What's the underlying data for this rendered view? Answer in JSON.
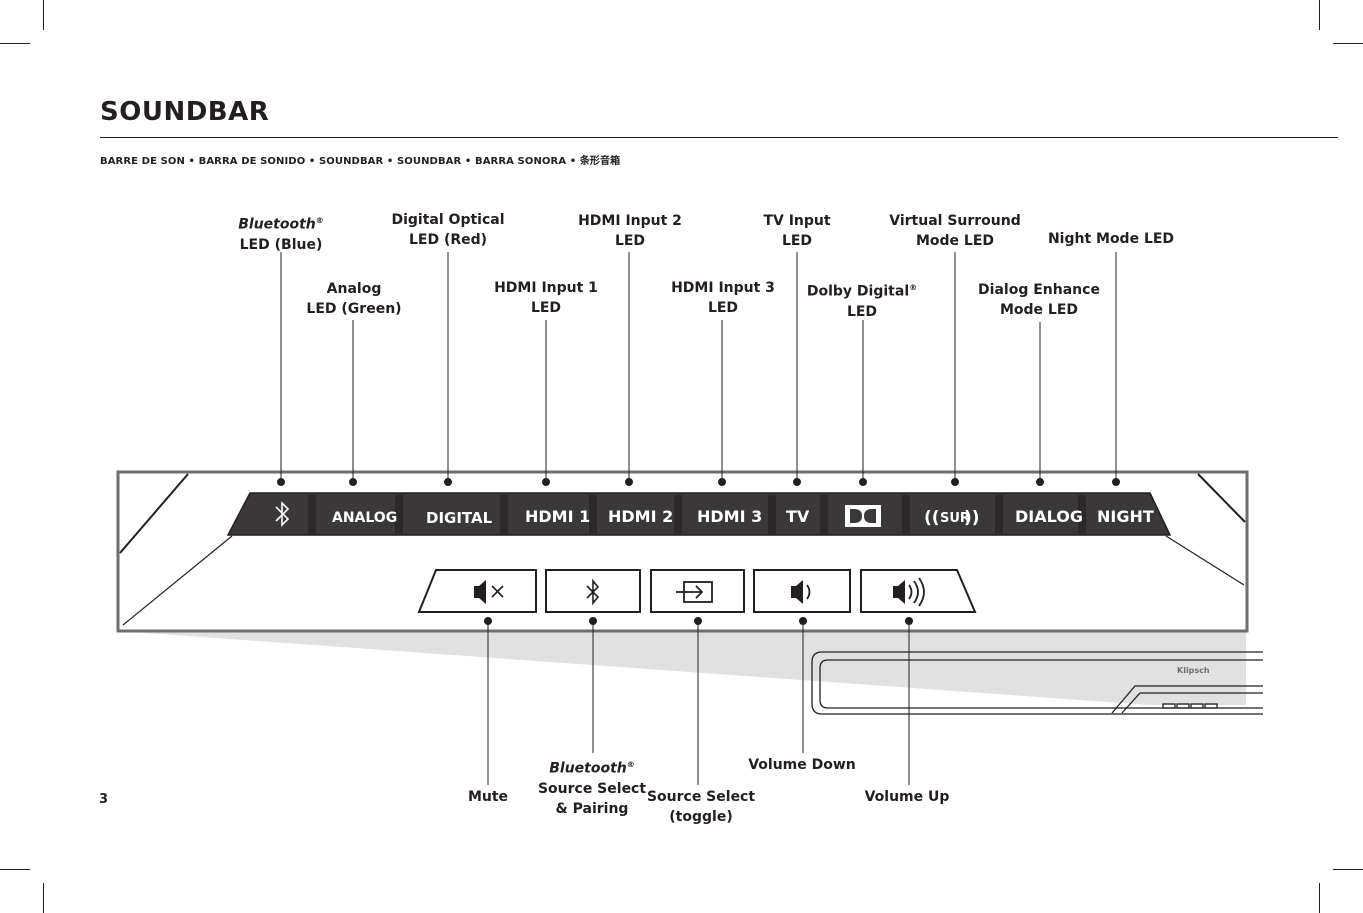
{
  "header": {
    "title": "SOUNDBAR",
    "subtitle": "BARRE DE SON • BARRA DE SONIDO • SOUNDBAR • SOUNDBAR • BARRA SONORA • 条形音箱"
  },
  "page_number": "3",
  "top_labels": {
    "bluetooth_led": {
      "line1": "Bluetooth",
      "mark": "®",
      "line2": "LED (Blue)"
    },
    "analog_led": {
      "line1": "Analog",
      "line2": "LED (Green)"
    },
    "digital_led": {
      "line1": "Digital Optical",
      "line2": "LED (Red)"
    },
    "hdmi1_led": {
      "line1": "HDMI Input 1",
      "line2": "LED"
    },
    "hdmi2_led": {
      "line1": "HDMI Input 2",
      "line2": "LED"
    },
    "hdmi3_led": {
      "line1": "HDMI Input 3",
      "line2": "LED"
    },
    "tv_led": {
      "line1": "TV Input",
      "line2": "LED"
    },
    "dolby_led": {
      "line1": "Dolby Digital",
      "mark": "®",
      "line2": "LED"
    },
    "surround_led": {
      "line1": "Virtual Surround",
      "line2": "Mode LED"
    },
    "dialog_led": {
      "line1": "Dialog Enhance",
      "line2": "Mode LED"
    },
    "night_led": {
      "line1": "Night Mode LED"
    }
  },
  "led_strip": {
    "analog": "ANALOG",
    "digital": "DIGITAL",
    "hdmi1": "HDMI 1",
    "hdmi2": "HDMI 2",
    "hdmi3": "HDMI 3",
    "tv": "TV",
    "sur": "SUR",
    "dialog": "DIALOG",
    "night": "NIGHT"
  },
  "bottom_labels": {
    "mute": {
      "line1": "Mute"
    },
    "bt_select": {
      "line1": "Bluetooth",
      "mark": "®",
      "line2": "Source Select",
      "line3": "& Pairing"
    },
    "source_select": {
      "line1": "Source Select",
      "line2": "(toggle)"
    },
    "volume_down": {
      "line1": "Volume Down"
    },
    "volume_up": {
      "line1": "Volume Up"
    }
  },
  "device": {
    "brand": "Klipsch"
  },
  "icons": [
    "bluetooth-icon",
    "dolby-icon",
    "mute-icon",
    "source-select-icon",
    "volume-down-icon",
    "volume-up-icon"
  ],
  "colors": {
    "strip": "#3a3839",
    "panel_border": "#6d6e71",
    "ink": "#231f20",
    "shadow": "#e1e1e1"
  }
}
